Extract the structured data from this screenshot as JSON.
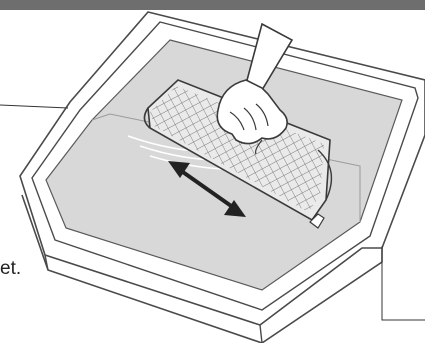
{
  "caption": {
    "visible_text": "et."
  },
  "colors": {
    "header_bar": "#6e6e6e",
    "water": "#d8d8d8",
    "basin_outline": "#4a4a4a",
    "basin_fill": "#ffffff",
    "filter_mesh": "#6a6a6a",
    "arrow": "#222222"
  },
  "icons": {
    "motion_arrow": "double-headed-arrow",
    "hand": "hand-gripping-filter"
  }
}
